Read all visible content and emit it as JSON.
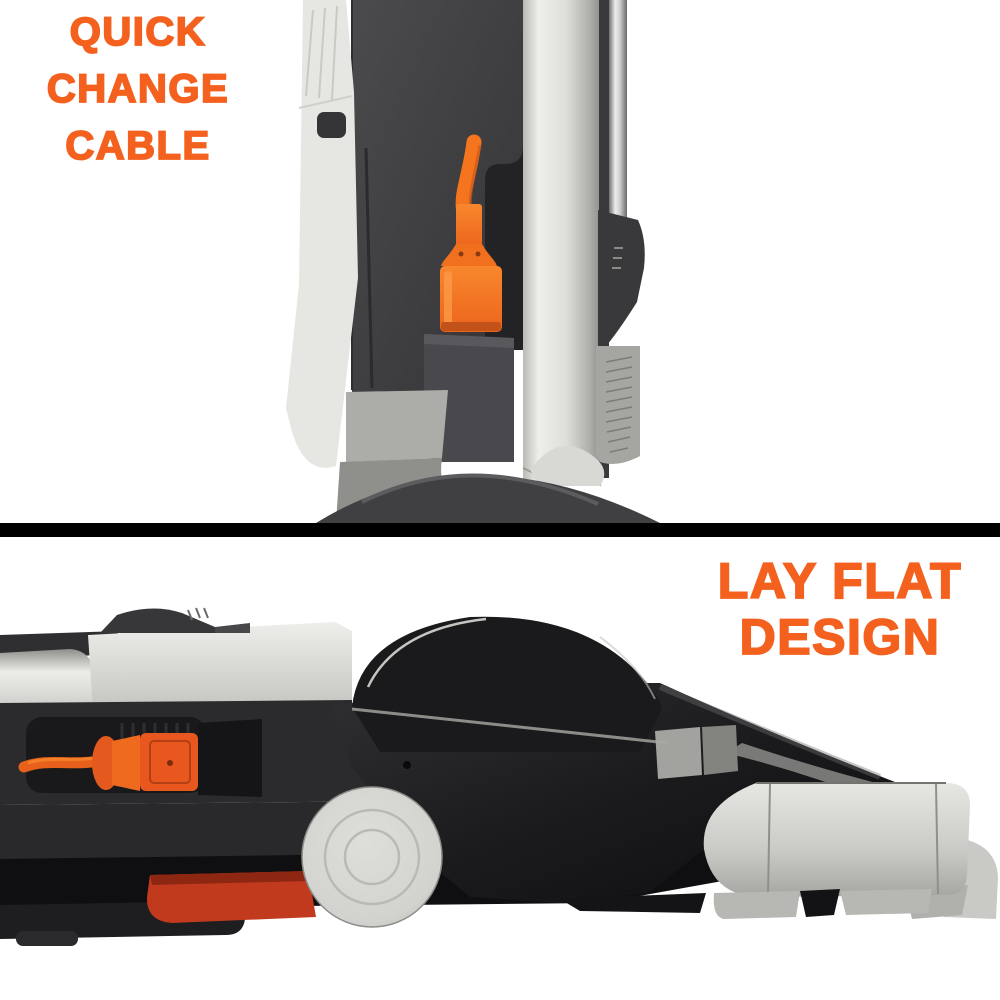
{
  "colors": {
    "background": "#FFFFFF",
    "divider": "#000000",
    "accent_orange": "#F4611E",
    "plug_orange": "#F5741E",
    "plug_orange_deep": "#E8571E",
    "red_part": "#C23A1E",
    "charcoal": "#3E3E40",
    "near_black": "#141416",
    "light_gray": "#E2E2DE",
    "mid_gray": "#A8A8A4"
  },
  "panels": {
    "top": {
      "caption_lines": [
        "QUICK",
        "CHANGE",
        "CABLE"
      ],
      "subject": "upright-vacuum-cable-port-closeup"
    },
    "bottom": {
      "caption_lines": [
        "LAY FLAT",
        "DESIGN"
      ],
      "subject": "vacuum-laying-flat-side-view"
    }
  }
}
